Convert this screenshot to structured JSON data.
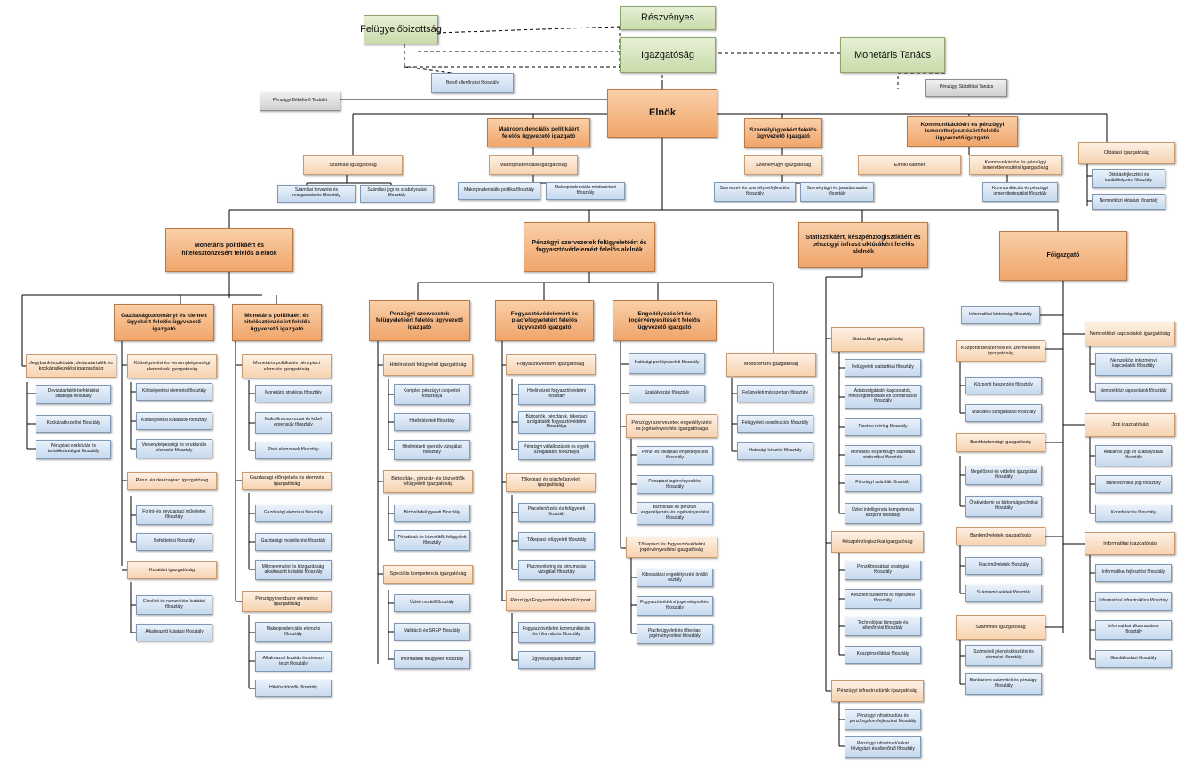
{
  "top": {
    "reszvenyes": "Részvényes",
    "felugyelo": "Felügyelőbizottság",
    "igazgatosag": "Igazgatóság",
    "monetaris_tanacs": "Monetáris Tanács",
    "belso_ellenorzesi": "Belső ellenőrzési főosztály",
    "penzugyi_stabilitasi": "Pénzügyi Stabilitási Tanács",
    "penzugyi_bekelteto": "Pénzügyi Békéltető Testület",
    "elnok": "Elnök"
  },
  "row1": {
    "makro_vezeto": "Makroprudenciális politikáért felelős ügyvezető igazgató",
    "szemely_vezeto": "Személyügyekért felelős ügyvezető igazgató",
    "komm_vezeto": "Kommunikációért és pénzügyi ismeretterjesztésért felelős ügyvezető igazgató",
    "szamlalasi_ig": "Számlási igazgatóság",
    "szamlalasi_tervezesi": "Számlási tervezési és reorganizációs főosztály",
    "szamlalasi_jogi": "Számlási jogi és szabályozási főosztály",
    "makro_ig": "Makroprudenciális igazgatóság",
    "makro_politika": "Makroprudenciális politika főosztály",
    "makro_modszertani": "Makroprudenciális módszertani főosztály",
    "szemely_ig": "Személyügyi igazgatóság",
    "szervezet": "Szervezet- és személyzetfejlesztési főosztály",
    "szemelyugyi_javadalmazasi": "Személyügyi és javadalmazási főosztály",
    "elnoki_kabinet": "Elnöki kabinet",
    "komm_ig": "Kommunikációs és pénzügyi ismeretterjesztési igazgatóság",
    "komm_fo": "Kommunikációs és pénzügyi ismeretterjesztési főosztály",
    "oktatasi_ig": "Oktatási igazgatóság",
    "oktatasfejlesztesi": "Oktatásfejlesztési és továbbképzési főosztály",
    "nemzetkozi_oktatasi": "Nemzetközi oktatási főosztály"
  },
  "alelnok": {
    "monetaris": "Monetáris politikáért és hitelösztönzésért felelős alelnök",
    "penzugyi": "Pénzügyi szervezetek felügyeletéért és fogyasztóvédelemért felelős alelnök",
    "statisztika": "Statisztikáért, készpénzlogisztikáért és pénzügyi infrastruktúrákért felelős alelnök",
    "foigazgato": "Főigazgató"
  },
  "col_monetaris": {
    "gazdtud_vezeto": "Gazdaságtudományi és kiemelt ügyekért felelős ügyvezető igazgató",
    "monpol_vezeto": "Monetáris politikáért és hitelösztönzésért felelős ügyvezető igazgató",
    "jegybanki": "Jegybanki eszköztár, devizatartalék és kockázatkezelési igazgatóság",
    "devizatartalek": "Devizatartalék-befektetési stratégia főosztály",
    "kockazatkezelesi": "Kockázatkezelési főosztály",
    "penzpiaci_eszkoztar": "Pénzpiaci eszköztár és tartalékstratégiai főosztály",
    "koltsegvetesi_ig": "Költségvetési és versenyképességi elemzések igazgatóság",
    "koltsegvetesi_elemzesi": "Költségvetési elemzési főosztály",
    "koltsegvetesi_kutatasok": "Költségvetési kutatások főosztály",
    "versenykepessegi": "Versenyképességi és strukturális elemzési főosztály",
    "penz_deviza_ig": "Pénz- és devizapiaci igazgatóság",
    "forint": "Forint- és devizapiaci műveletek főosztály",
    "befektetesi": "Befektetési főosztály",
    "kutatasi_ig": "Kutatási igazgatóság",
    "elmeleti": "Elméleti és nemzetközi kutatási főosztály",
    "alkalmazott_kutatasi": "Alkalmazott kutatási főosztály",
    "monpol_ig": "Monetáris politika és pénzpiaci elemzés igazgatóság",
    "monetaris_strategia": "Monetáris stratégia főosztály",
    "makrofinanszirozasi": "Makrofinanszírozási és külső egyensúly főosztály",
    "piaci_elemzesek": "Piaci elemzések főosztály",
    "gazdasagi_elorejelzes": "Gazdasági előrejelzés és elemzés igazgatóság",
    "gazdasagi_elemzesi": "Gazdasági elemzési főosztály",
    "gazdasagi_modellezesi": "Gazdasági modellezési főosztály",
    "mikroelemzesi": "Mikroelemzési és közgazdasági alkalmazott kutatási főosztály",
    "penzugyi_rendszer": "Pénzügyi rendszer elemzése igazgatóság",
    "makroprud_elemzes": "Makroprudenciális elemzés főosztály",
    "alkalmazott_stressz": "Alkalmazott kutatás és stressz-teszt főosztály",
    "hitelosztonzok": "Hitelösztönzők főosztály"
  },
  "col_penzugyi": {
    "psz_vezeto": "Pénzügyi szervezetek felügyeletéért felelős ügyvezető igazgató",
    "fogy_vezeto": "Fogyasztóvédelemért és piacfelügyeletért felelős ügyvezető igazgató",
    "engedely_vezeto": "Engedélyezésért és jogérvényesítésért felelős ügyvezető igazgató",
    "hitelintezeti_ig": "Hitelintézeti felügyeleti igazgatóság",
    "komplex": "Komplex pénzügyi csoportok főosztálya",
    "hitelintezetek": "Hitelintézetek főosztály",
    "hitelintezeti_operativ": "Hitelintézeti operatív vizsgálati főosztály",
    "biztositas_ig": "Biztosítás-, pénztár- és közvetítők felügyeleti igazgatóság",
    "biztositofelugyeleti": "Biztosítófelügyeleti főosztály",
    "penztarak": "Pénztárak és közvetítők felügyeleti főosztály",
    "specialis_ig": "Speciális kompetencia igazgatóság",
    "uzleti_modell": "Üzleti modell főosztály",
    "validacio": "Validáció és SREP főosztály",
    "informatikai_felugyeleti": "Informatikai felügyeleti főosztály",
    "fogyasztovedelmi_ig": "Fogyasztóvédelmi igazgatóság",
    "hitelintezeti_fogy": "Hitelintézeti fogyasztóvédelmi főosztály",
    "biztositok_fogy": "Biztosítók, pénztárak, tőkepiaci szolgáltatók fogyasztóvédelmi főosztálya",
    "penzugyi_vallalkozasok": "Pénzügyi vállalkozások és egyéb szolgáltatók főosztálya",
    "tokepiaci_ig": "Tőkepiaci és piacfelügyeleti igazgatóság",
    "piacellenorzesi": "Piacellenőrzési és felügyeleti főosztály",
    "tokepiaci_felugyeleti": "Tőkepiaci felügyeleti főosztály",
    "piacmonitoring": "Piacmonitoring és pénzmosás vizsgálati főosztály",
    "fogy_kozpont": "Pénzügyi Fogyasztóvédelmi Központ",
    "fogy_kommunikacios": "Fogyasztóvédelmi kommunikációs és információs főosztály",
    "ugyfelszolgalati": "Ügyfélszolgálati főosztály",
    "hatosagi_perkepviseleti": "Hatósági perképviseleti főosztály",
    "szabalyozasi": "Szabályozási főosztály",
    "psz_engedelyezesi_ig": "Pénzügyi szervezetek engedélyezési és jogérvényesítési igazgatósága",
    "penz_tokepiaci_eng": "Pénz- és tőkepiaci engedélyezési főosztály",
    "penzpiaci_jogervenyesitesi": "Pénzpiaci jogérvényesítési főosztály",
    "biztositasi_eng": "Biztosítási és pénztári engedélyezési és jogérvényesítési főosztály",
    "tokepiaci_fogy_ig": "Tőkepiaci és fogyasztóvédelmi jogérvényesítési igazgatóság",
    "kibocsatasi": "Kibocsátási engedélyezési önálló osztály",
    "fogy_jogervenyesitesi": "Fogyasztóvédelmi jogérvényesítési főosztály",
    "piacfelugyeleti_tokepiaci": "Piacfelügyeleti és tőkepiaci jogérvényesítési főosztály",
    "modszertani_ig": "Módszertani igazgatóság",
    "felugyeleti_modszertani": "Felügyeleti módszertani főosztály",
    "felugyeleti_koordinacios": "Felügyeleti koordinációs főosztály",
    "hatosagi_kepzesi": "Hatósági képzési főosztály"
  },
  "col_stat": {
    "statisztikai_ig": "Statisztikai igazgatóság",
    "felugyeleti_stat": "Felügyeleti statisztikai főosztály",
    "adatszolgaltatoi": "Adatszolgáltatói kapcsolatok, minőségbiztosítási és koordinációs főosztály",
    "fizetesi_merleg": "Fizetési mérleg főosztály",
    "monetaris_stat": "Monetáris és pénzügyi stabilitási statisztikai főosztály",
    "penzugyi_szamlak": "Pénzügyi számlák főosztály",
    "uzleti_intelligencia": "Üzleti intelligencia kompetencia központ főosztály",
    "keszpenz_ig": "Készpénzlogisztikai igazgatóság",
    "penzkibocsatasi": "Pénzkibocsátási stratégiai főosztály",
    "keszpenzszakertoi": "Készpénzszakértői és fejlesztési főosztály",
    "technologiai": "Technológiai támogató és ellenőrzési főosztály",
    "keszpenzellatasi": "Készpénzellátási főosztály",
    "infra_ig": "Pénzügyi infrastruktúrák igazgatóság",
    "infra_fejlesztesi": "Pénzügyi infrastruktúra és pénzforgalom fejlesztési főosztály",
    "infra_felvigyazo": "Pénzügyi infrastruktúrákat felvigyázó és ellenőrző főosztály"
  },
  "col_foig": {
    "informatikai_biztonsagi": "Informatikai biztonsági főosztály",
    "kozponti_beszerzesi_ig": "Központi beszerzési és üzemeltetési igazgatóság",
    "kozponti_beszerzesi": "Központi beszerzési főosztály",
    "mukodesi": "Működési szolgáltatási főosztály",
    "bankbiztonsagi_ig": "Bankbiztonsági igazgatóság",
    "megelozesi": "Megelőzési és védelmi igazgatási főosztály",
    "orakvedelmi": "Őrakvédelmi és biztonságtechnikai főosztály",
    "banku_ig": "Bankműveletek igazgatóság",
    "piaci_muveletek": "Piaci műveletek főosztály",
    "szamlamuveletek": "Számlaműveletek főosztály",
    "szamviteli_ig": "Számviteli igazgatóság",
    "szamviteli_jelentes": "Számviteli jelentéskészítési és elemzési főosztály",
    "bankuzemi": "Banküzemi számviteli és pénzügyi főosztály",
    "nemzetkozi_ig": "Nemzetközi kapcsolatok igazgatóság",
    "nemzetkozi_intezmenyi": "Nemzetközi intézményi kapcsolatok főosztály",
    "nemzetkozi_kapcsolatok": "Nemzetközi kapcsolatok főosztály",
    "jogi_ig": "Jogi igazgatóság",
    "altalanos_jogi": "Általános jogi és szabályozási főosztály",
    "banktechnikai_jogi": "Banktechnikai jogi főosztály",
    "koordinacios": "Koordinációs főosztály",
    "informatikai_ig": "Informatikai igazgatóság",
    "informatikai_fejlesztesi": "Informatikai fejlesztési főosztály",
    "informatikai_infrastruktura": "Informatikai infrastruktúra főosztály",
    "informatikai_alkalmazasok": "Informatikai alkalmazások főosztály",
    "gazdalkodasi": "Gazdálkodási főosztály"
  }
}
